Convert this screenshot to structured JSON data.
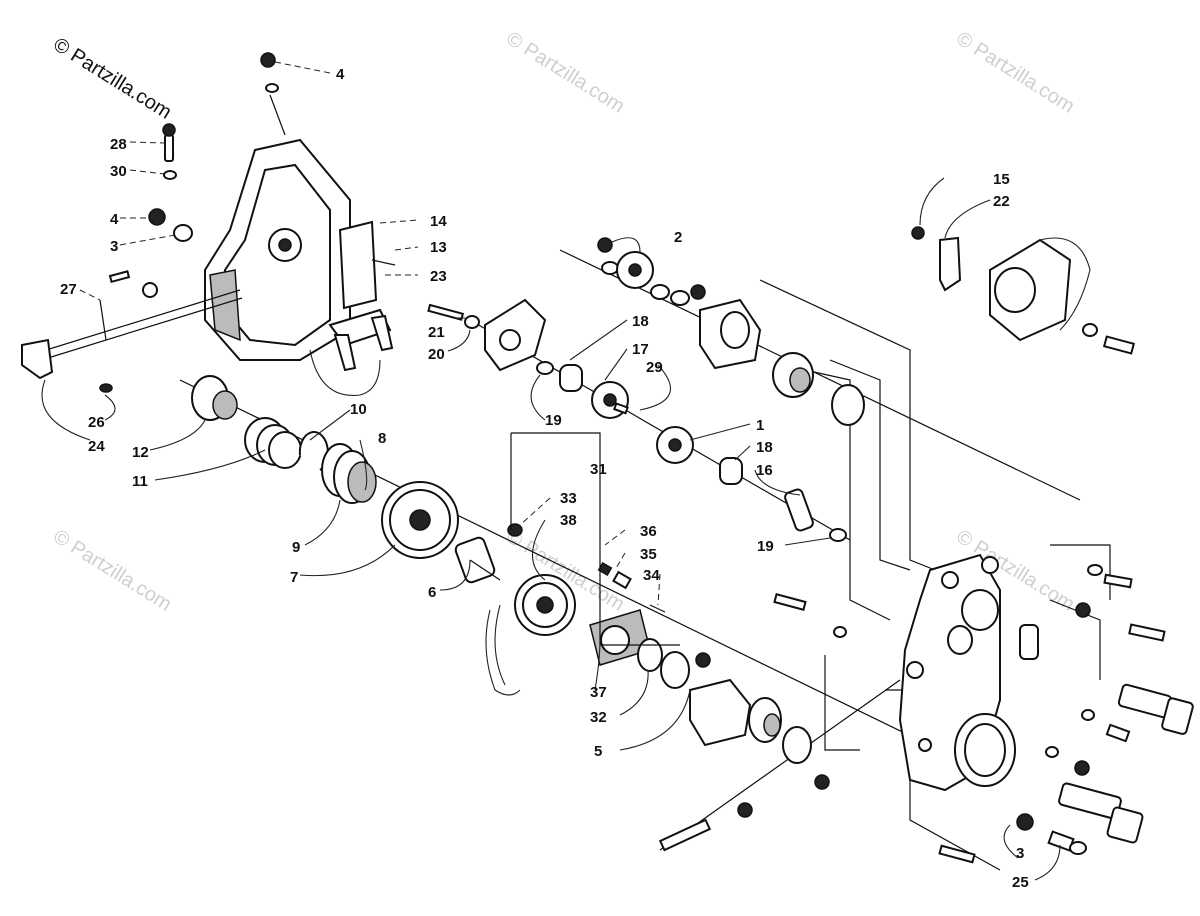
{
  "watermark": {
    "primary": "© Partzilla.com",
    "repeat": "© Partzilla.com"
  },
  "callouts": {
    "c1": "1",
    "c2": "2",
    "c3a": "3",
    "c3b": "3",
    "c4a": "4",
    "c4b": "4",
    "c5": "5",
    "c6": "6",
    "c7": "7",
    "c8": "8",
    "c9": "9",
    "c10": "10",
    "c11": "11",
    "c12": "12",
    "c13": "13",
    "c14": "14",
    "c15": "15",
    "c16": "16",
    "c17": "17",
    "c18a": "18",
    "c18b": "18",
    "c19a": "19",
    "c19b": "19",
    "c20": "20",
    "c21": "21",
    "c22": "22",
    "c23": "23",
    "c24": "24",
    "c25": "25",
    "c26": "26",
    "c27": "27",
    "c28": "28",
    "c29": "29",
    "c30": "30",
    "c31": "31",
    "c32": "32",
    "c33": "33",
    "c34": "34",
    "c35": "35",
    "c36": "36",
    "c37": "37",
    "c38": "38"
  }
}
